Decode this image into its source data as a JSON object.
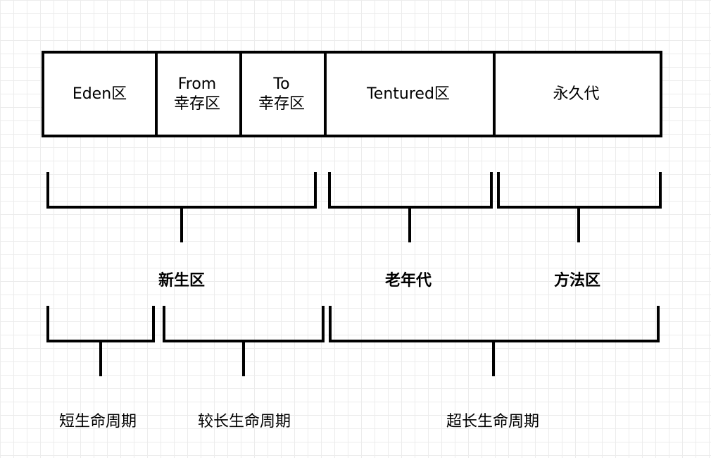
{
  "memory_bar": {
    "cells": [
      {
        "line1": "Eden区",
        "line2": ""
      },
      {
        "line1": "From",
        "line2": "幸存区"
      },
      {
        "line1": "To",
        "line2": "幸存区"
      },
      {
        "line1": "Tentured区",
        "line2": ""
      },
      {
        "line1": "永久代",
        "line2": ""
      }
    ]
  },
  "regions": {
    "young": "新生区",
    "old": "老年代",
    "method": "方法区"
  },
  "lifecycles": {
    "short": "短生命周期",
    "longer": "较长生命周期",
    "very_long": "超长生命周期"
  }
}
